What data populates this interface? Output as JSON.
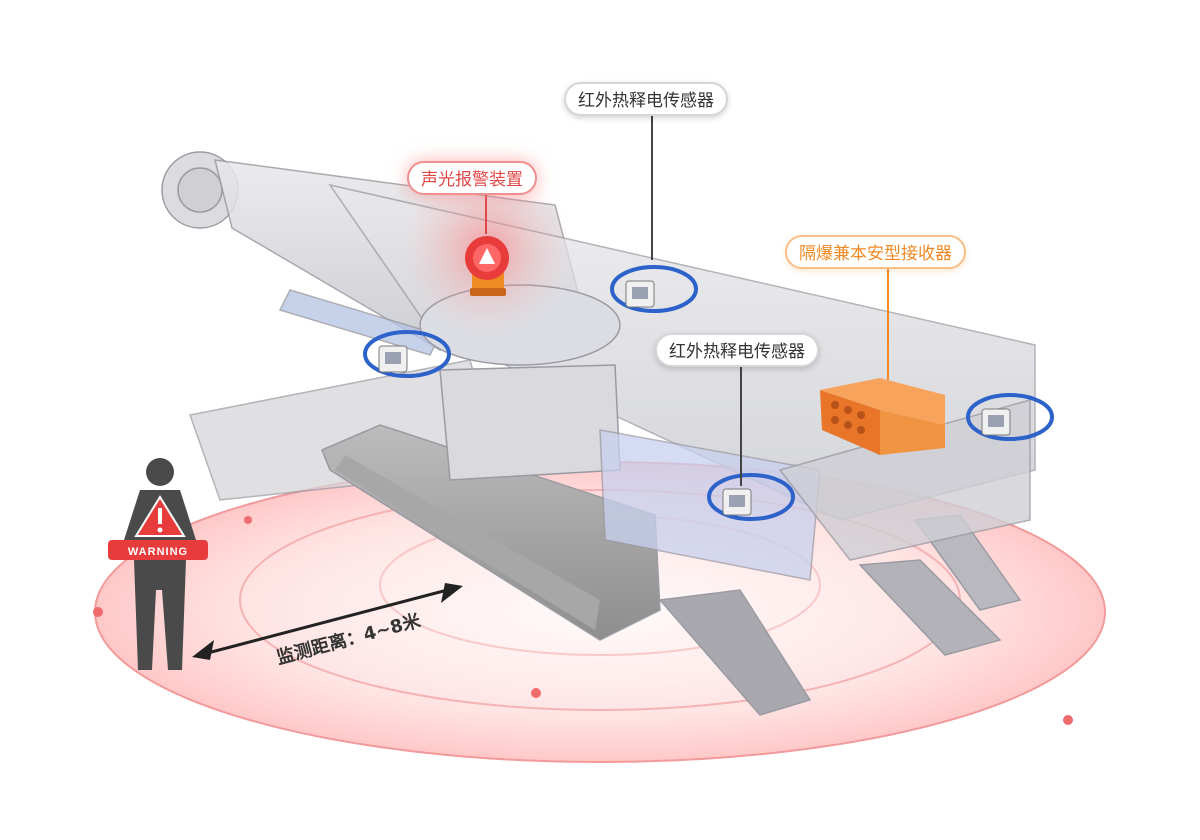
{
  "labels": {
    "alarm": "声光报警装置",
    "sensor_top": "红外热释电传感器",
    "sensor_mid": "红外热释电传感器",
    "receiver": "隔爆兼本安型接收器",
    "distance": "监测距离：4~8米",
    "warning": "WARNING"
  },
  "colors": {
    "zone": "#f27a7a",
    "alarm": "#e83c3c",
    "receiver": "#f08a23",
    "sensor": "#2c62c9",
    "person": "#4a4a4a"
  }
}
